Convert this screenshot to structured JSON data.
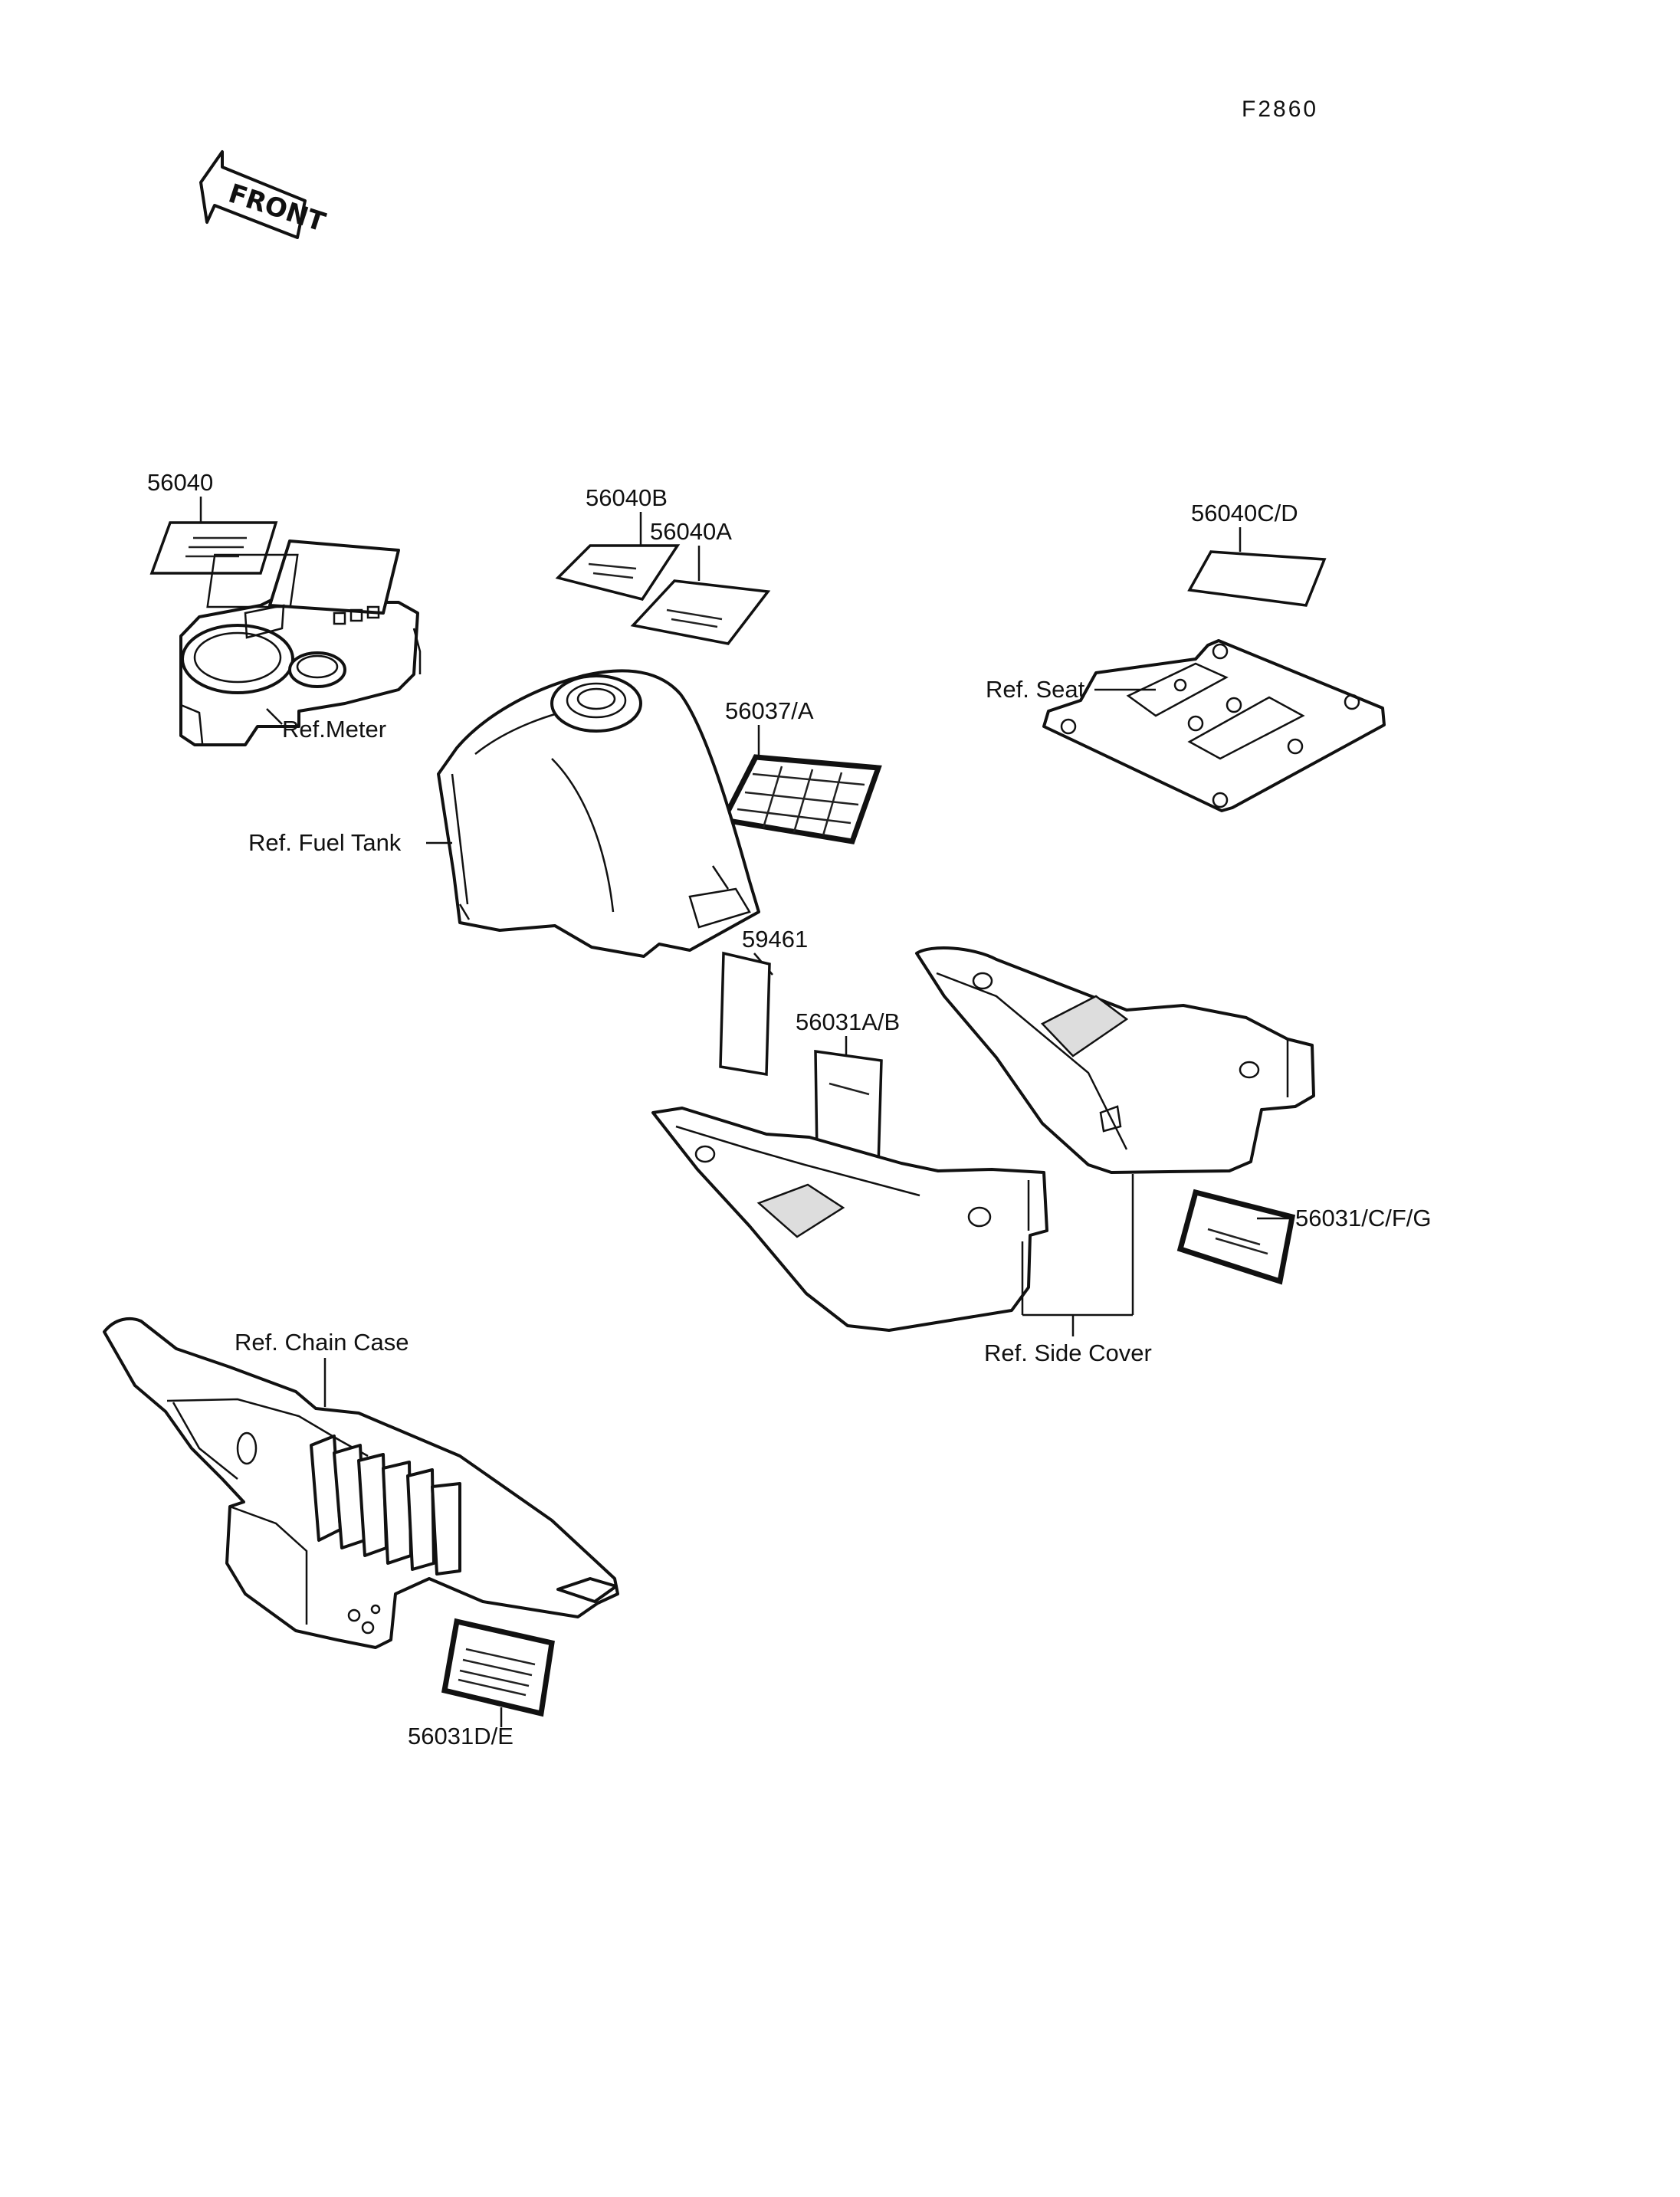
{
  "figure_code": "F2860",
  "front_arrow_label": "FRONT",
  "parts": {
    "p56040": "56040",
    "p56040B": "56040B",
    "p56040A": "56040A",
    "p56040CD": "56040C/D",
    "p56037A": "56037/A",
    "p59461": "59461",
    "p56031AB": "56031A/B",
    "p56031CFG": "56031/C/F/G",
    "p56031DE": "56031D/E"
  },
  "refs": {
    "meter": "Ref.Meter",
    "fuel_tank": "Ref. Fuel Tank",
    "seat": "Ref. Seat",
    "side_cover": "Ref. Side Cover",
    "chain_case": "Ref. Chain Case"
  }
}
